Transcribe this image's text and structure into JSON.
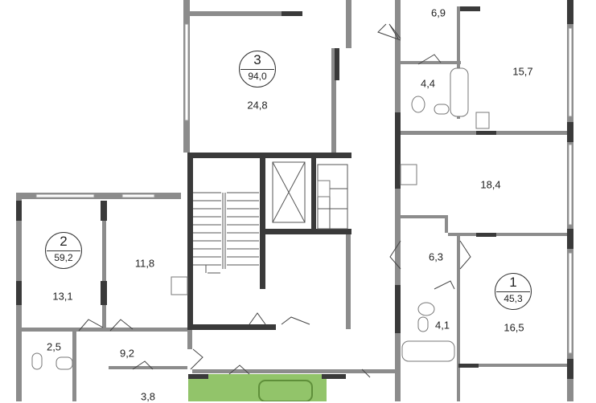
{
  "colors": {
    "wall": "#8c8c8c",
    "wall_dark": "#3a3a3a",
    "highlight": "#92c46a",
    "fixture": "#777777"
  },
  "apartments": [
    {
      "number": "3",
      "total_area": "94,0"
    },
    {
      "number": "2",
      "total_area": "59,2"
    },
    {
      "number": "1",
      "total_area": "45,3"
    }
  ],
  "rooms": [
    {
      "area": "24,8"
    },
    {
      "area": "6,9"
    },
    {
      "area": "15,7"
    },
    {
      "area": "4,4"
    },
    {
      "area": "18,4"
    },
    {
      "area": "6,3"
    },
    {
      "area": "16,5"
    },
    {
      "area": "4,1"
    },
    {
      "area": "13,1"
    },
    {
      "area": "11,8"
    },
    {
      "area": "2,5"
    },
    {
      "area": "9,2"
    },
    {
      "area": "3,8"
    }
  ]
}
